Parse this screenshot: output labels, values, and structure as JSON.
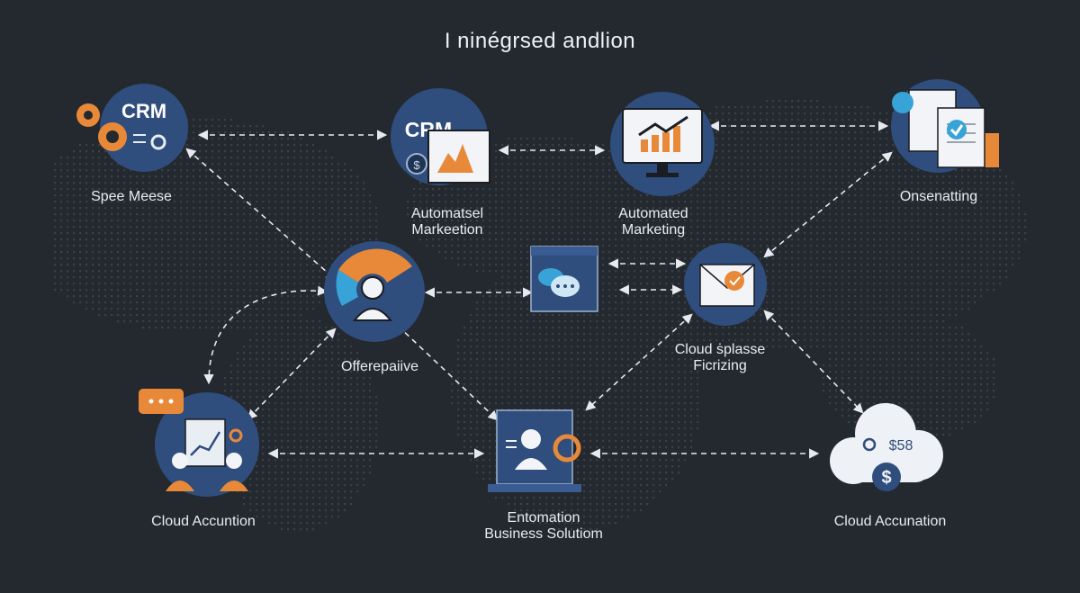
{
  "diagram": {
    "title": "I ninégrsed andlion",
    "nodes": [
      {
        "id": "crm-gears",
        "icon": "crm-gears-icon",
        "badge": "CRM",
        "label": [
          "Spee Meese"
        ]
      },
      {
        "id": "crm-chart",
        "icon": "crm-chart-icon",
        "badge": "CRM",
        "label": [
          "Automatsel",
          "Markeetion"
        ]
      },
      {
        "id": "automated-marketing",
        "icon": "bar-chart-monitor-icon",
        "label": [
          "Automated",
          "Marketing"
        ]
      },
      {
        "id": "documents",
        "icon": "documents-check-icon",
        "label": [
          "Onsenatting"
        ]
      },
      {
        "id": "user-gauge",
        "icon": "user-gauge-icon",
        "label": [
          "Offerepaiive"
        ]
      },
      {
        "id": "chat-window",
        "icon": "chat-window-icon",
        "label": []
      },
      {
        "id": "email",
        "icon": "email-icon",
        "label": [
          "Cloud ṡplasse",
          "Fiсrizing"
        ]
      },
      {
        "id": "team-analytics",
        "icon": "team-analytics-icon",
        "label": [
          "Cloud Accuntion"
        ]
      },
      {
        "id": "business-laptop",
        "icon": "laptop-user-gear-icon",
        "label": [
          "Entomation",
          "Business Solutiom"
        ]
      },
      {
        "id": "cloud-money",
        "icon": "cloud-dollar-icon",
        "badge": "$58",
        "label": [
          "Cloud Accunation"
        ]
      }
    ],
    "colors": {
      "background": "#24292f",
      "node_fill": "#2f4d7d",
      "accent_orange": "#e8893a",
      "connector": "#e6e9ee"
    }
  }
}
